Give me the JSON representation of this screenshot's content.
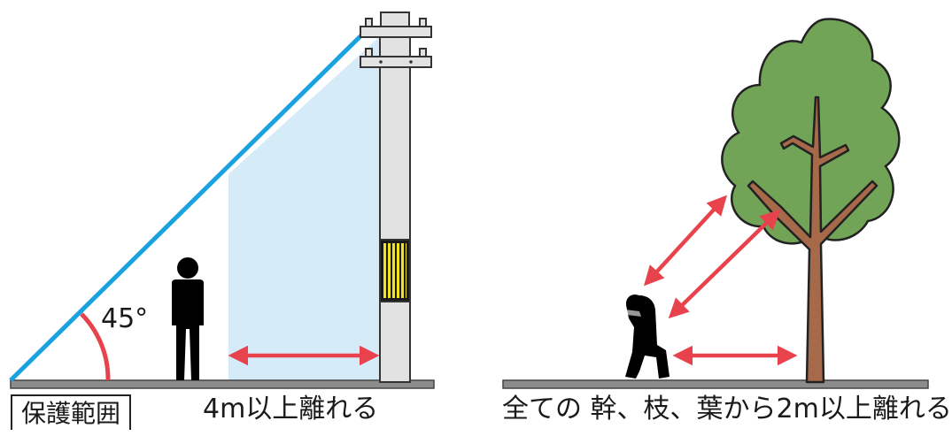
{
  "angle_label": "45°",
  "protection_label": "保護範囲",
  "left_caption": "4m以上離れる",
  "right_caption": "全ての 幹、枝、葉から2m以上離れる",
  "colors": {
    "lightning_line": "#1aa2e0",
    "protection_fill": "#d5ebf8",
    "arrow": "#e8434d",
    "ground": "#8c8c8c",
    "pole": "#e2e2e2",
    "pole_stroke": "#333333",
    "warning_sign": "#f2e41a",
    "tree_foliage": "#72a457",
    "tree_trunk": "#a6694a",
    "person": "#000000"
  },
  "icons": [
    "standing-person-icon",
    "crouching-person-icon",
    "utility-pole-icon",
    "tree-icon"
  ]
}
